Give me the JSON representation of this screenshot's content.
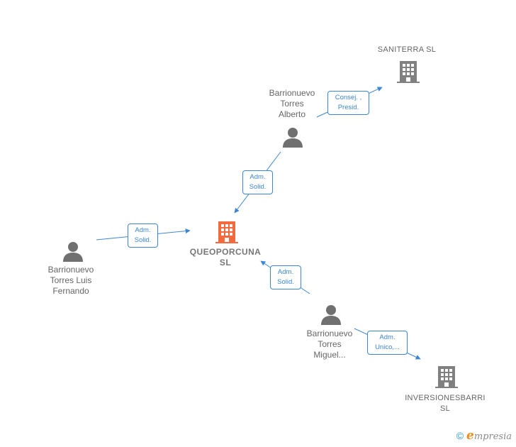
{
  "nodes": {
    "saniterra": {
      "label": "SANITERRA  SL"
    },
    "alberto": {
      "label_lines": [
        "Barrionuevo",
        "Torres",
        "Alberto"
      ]
    },
    "queoporcuna": {
      "label_lines": [
        "QUEOPORCUNA",
        "SL"
      ]
    },
    "luis_fernando": {
      "label_lines": [
        "Barrionuevo",
        "Torres Luis",
        "Fernando"
      ]
    },
    "miguel": {
      "label_lines": [
        "Barrionuevo",
        "Torres",
        "Miguel..."
      ]
    },
    "inversiones": {
      "label_lines": [
        "INVERSIONESBARRI",
        "SL"
      ]
    }
  },
  "edges": {
    "alberto_saniterra": {
      "role_lines": [
        "Consej. ,",
        "Presid."
      ]
    },
    "alberto_queoporcuna": {
      "role_lines": [
        "Adm.",
        "Solid."
      ]
    },
    "luis_queoporcuna": {
      "role_lines": [
        "Adm.",
        "Solid."
      ]
    },
    "miguel_queoporcuna": {
      "role_lines": [
        "Adm.",
        "Solid."
      ]
    },
    "miguel_inversiones": {
      "role_lines": [
        "Adm.",
        "Unico,..."
      ]
    }
  },
  "colors": {
    "edge": "#3d86d1",
    "company_icon": "#808080",
    "main_company_icon": "#f26a3d",
    "person_icon": "#707070"
  },
  "footer": {
    "copyright_symbol": "©",
    "brand_first": "e",
    "brand_rest": "mpresia"
  }
}
